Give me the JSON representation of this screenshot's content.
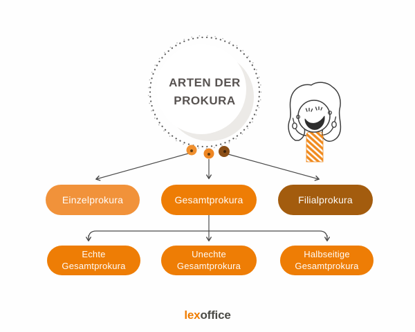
{
  "title": {
    "text": "ARTEN DER\nPROKURA"
  },
  "colors": {
    "background": "#FEFEFE",
    "light_orange": "#F1923A",
    "orange": "#EE7D05",
    "brown": "#A35C0E",
    "dot_left": "#F0902E",
    "dot_middle": "#EE8623",
    "dot_right": "#8A4E16",
    "line": "#4A4A4A",
    "title_text": "#575250",
    "logo_orange": "#F07D00",
    "logo_gray": "#4A4A45"
  },
  "level1": [
    {
      "label": "Einzelprokura",
      "color": "#F1923A"
    },
    {
      "label": "Gesamtprokura",
      "color": "#EE7D05"
    },
    {
      "label": "Filialprokura",
      "color": "#A35C0E"
    }
  ],
  "level2": [
    {
      "label": "Echte\nGesamtprokura",
      "color": "#EE7D05"
    },
    {
      "label": "Unechte\nGesamtprokura",
      "color": "#EE7D05"
    },
    {
      "label": "Halbseitige\nGesamtprokura",
      "color": "#EE7D05"
    }
  ],
  "illustration": {
    "name": "laughing-woman-doodle"
  },
  "logo": {
    "part1": "lex",
    "part2": "office"
  }
}
